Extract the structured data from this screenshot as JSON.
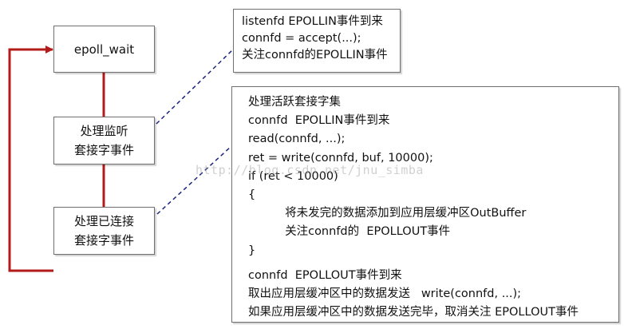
{
  "flow": {
    "epoll_wait": "epoll_wait",
    "listen_box": [
      "处理监听",
      "套接字事件"
    ],
    "conn_box": [
      "处理已连接",
      "套接字事件"
    ]
  },
  "listen_note": [
    "listenfd EPOLLIN事件到来",
    "connfd = accept(...);",
    "关注connfd的EPOLLIN事件"
  ],
  "conn_note": {
    "block1": [
      "处理活跃套接字集",
      "connfd  EPOLLIN事件到来",
      "read(connfd, ...);",
      "ret = write(connfd, buf, 10000);",
      "if (ret < 10000)",
      "{",
      "          将未发完的数据添加到应用层缓冲区OutBuffer",
      "          关注connfd的  EPOLLOUT事件",
      "}"
    ],
    "block2": [
      "connfd  EPOLLOUT事件到来",
      "取出应用层缓冲区中的数据发送   write(connfd, ...);",
      "如果应用层缓冲区中的数据发送完毕，取消关注 EPOLLOUT事件"
    ]
  },
  "watermark": "http://blog.csdn.net/jnu_simba",
  "colors": {
    "flow_line": "#b31b1b",
    "dashed_connector": "#1a237e",
    "box_border": "#707070"
  }
}
